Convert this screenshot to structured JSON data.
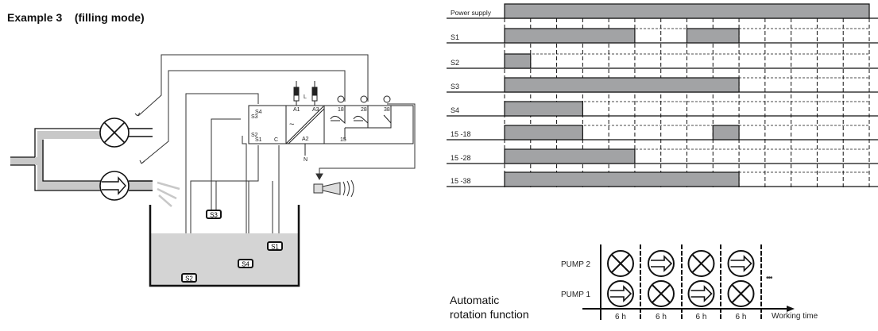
{
  "title": "Example 3    (filling mode)",
  "wiring": {
    "terminals": {
      "s4": "S4",
      "s3": "S3",
      "s2": "S2",
      "s1": "S1",
      "c": "C",
      "a1": "A1",
      "a3": "A3",
      "a2": "A2",
      "t18": "18",
      "t28": "28",
      "t38": "38",
      "t15": "15"
    },
    "supply_labels": {
      "line": "L",
      "neutral": "N"
    },
    "relay_symbol": "~",
    "probes": [
      "S1",
      "S2",
      "S3",
      "S4"
    ]
  },
  "timing_chart": {
    "columns": 14,
    "rows": [
      {
        "label": "Power supply",
        "on": [
          [
            0,
            14
          ]
        ]
      },
      {
        "label": "S1",
        "on": [
          [
            0,
            5
          ],
          [
            7,
            9
          ]
        ]
      },
      {
        "label": "S2",
        "on": [
          [
            0,
            1
          ]
        ]
      },
      {
        "label": "S3",
        "on": [
          [
            0,
            9
          ]
        ]
      },
      {
        "label": "S4",
        "on": [
          [
            0,
            3
          ]
        ]
      },
      {
        "label": "15 -18",
        "on": [
          [
            0,
            3
          ],
          [
            8,
            9
          ]
        ]
      },
      {
        "label": "15 -28",
        "on": [
          [
            0,
            5
          ]
        ]
      },
      {
        "label": "15 -38",
        "on": [
          [
            0,
            9
          ]
        ]
      }
    ],
    "colors": {
      "bar": "#a2a3a5",
      "line": "#111111"
    }
  },
  "rotation": {
    "title_line1": "Automatic",
    "title_line2": "rotation function",
    "pumps": [
      "PUMP 2",
      "PUMP 1"
    ],
    "periods": [
      {
        "duration": "6 h",
        "pump2": "off",
        "pump1": "on"
      },
      {
        "duration": "6 h",
        "pump2": "on",
        "pump1": "off"
      },
      {
        "duration": "6 h",
        "pump2": "off",
        "pump1": "on"
      },
      {
        "duration": "6 h",
        "pump2": "on",
        "pump1": "off"
      }
    ],
    "ellipsis": "•••",
    "axis_label": "Working time"
  }
}
